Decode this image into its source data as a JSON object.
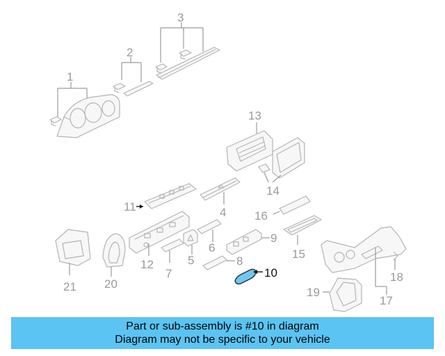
{
  "callouts": {
    "c1": "1",
    "c2": "2",
    "c3": "3",
    "c4": "4",
    "c5": "5",
    "c6": "6",
    "c7": "7",
    "c8": "8",
    "c9": "9",
    "c10": "10",
    "c11": "11",
    "c12": "12",
    "c13": "13",
    "c14": "14",
    "c15": "15",
    "c16": "16",
    "c17": "17",
    "c18": "18",
    "c19": "19",
    "c20": "20",
    "c21": "21"
  },
  "highlighted_part": "10",
  "colors": {
    "banner": "#5bc4f3",
    "highlight": "#6cc9f2",
    "linework": "#b4b4b4"
  },
  "banner": {
    "line1": "Part or sub-assembly is #10 in diagram",
    "line2": "Diagram may not be specific to your vehicle"
  }
}
